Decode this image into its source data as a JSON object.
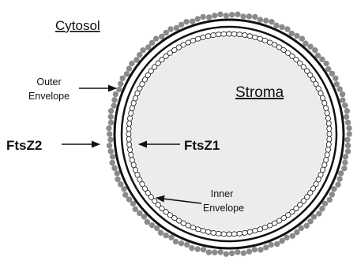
{
  "labels": {
    "cytosol": "Cytosol",
    "stroma": "Stroma",
    "outer_envelope_line1": "Outer",
    "outer_envelope_line2": "Envelope",
    "ftsz2": "FtsZ2",
    "ftsz1": "FtsZ1",
    "inner_envelope_line1": "Inner",
    "inner_envelope_line2": "Envelope"
  },
  "colors": {
    "outer_beads": "#8a8a8a",
    "stroma_fill": "#ececec",
    "membrane": "#111111",
    "inner_coil": "#222222",
    "background": "#ffffff"
  },
  "structure": {
    "outer_bead_ring": "FtsZ2",
    "inner_coil_ring": "FtsZ1"
  }
}
